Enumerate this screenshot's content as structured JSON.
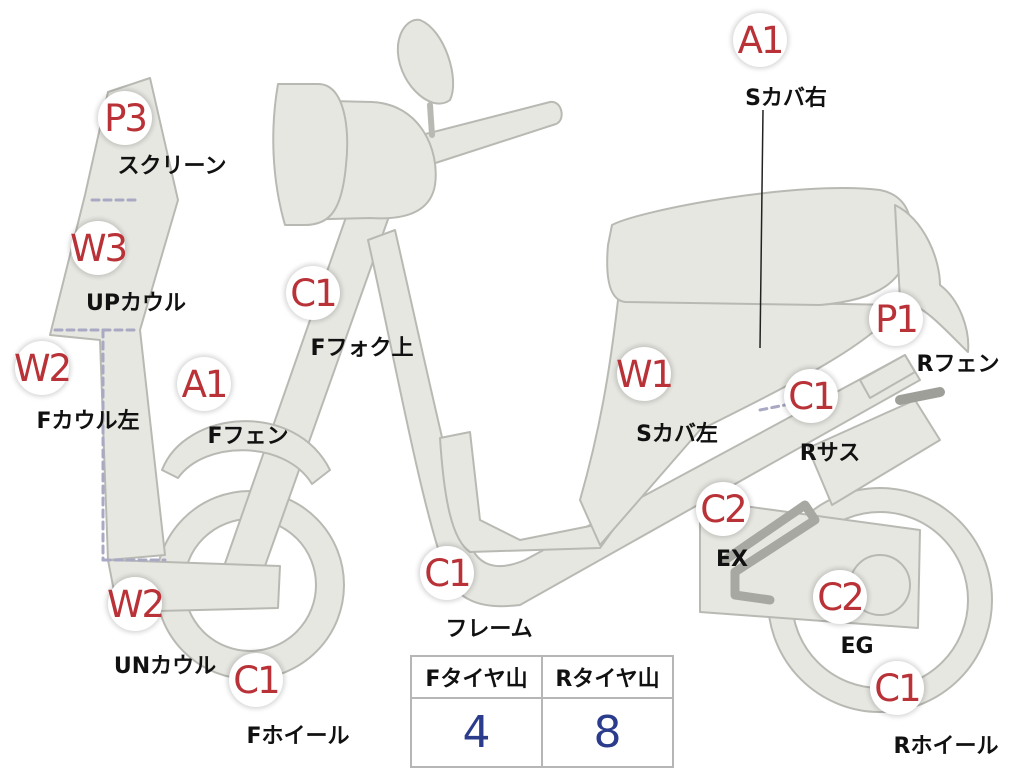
{
  "colors": {
    "accent": "#b83238",
    "value": "#2b3c8d",
    "part_fill": "#e7e7e2",
    "part_stroke": "#b9b9b4"
  },
  "markers": [
    {
      "id": "p3-screen",
      "code": "P3",
      "label": "スクリーン"
    },
    {
      "id": "w3-upcowl",
      "code": "W3",
      "label": "UPカウル"
    },
    {
      "id": "w2-fcowl",
      "code": "W2",
      "label": "Fカウル左"
    },
    {
      "id": "w2-uncowl",
      "code": "W2",
      "label": "UNカウル"
    },
    {
      "id": "a1-ffender",
      "code": "A1",
      "label": "Fフェン"
    },
    {
      "id": "c1-ffork",
      "code": "C1",
      "label": "Fフォク上"
    },
    {
      "id": "c1-fwheel",
      "code": "C1",
      "label": "Fホイール"
    },
    {
      "id": "c1-frame",
      "code": "C1",
      "label": "フレーム"
    },
    {
      "id": "a1-scover-r",
      "code": "A1",
      "label": "Sカバ右"
    },
    {
      "id": "w1-scover-l",
      "code": "W1",
      "label": "Sカバ左"
    },
    {
      "id": "p1-rfender",
      "code": "P1",
      "label": "Rフェン"
    },
    {
      "id": "c1-rsus",
      "code": "C1",
      "label": "Rサス"
    },
    {
      "id": "c2-ex",
      "code": "C2",
      "label": "EX"
    },
    {
      "id": "c2-eg",
      "code": "C2",
      "label": "EG"
    },
    {
      "id": "c1-rwheel",
      "code": "C1",
      "label": "Rホイール"
    }
  ],
  "tire_table": {
    "headers": [
      "Fタイヤ山",
      "Rタイヤ山"
    ],
    "values": [
      "4",
      "8"
    ]
  }
}
